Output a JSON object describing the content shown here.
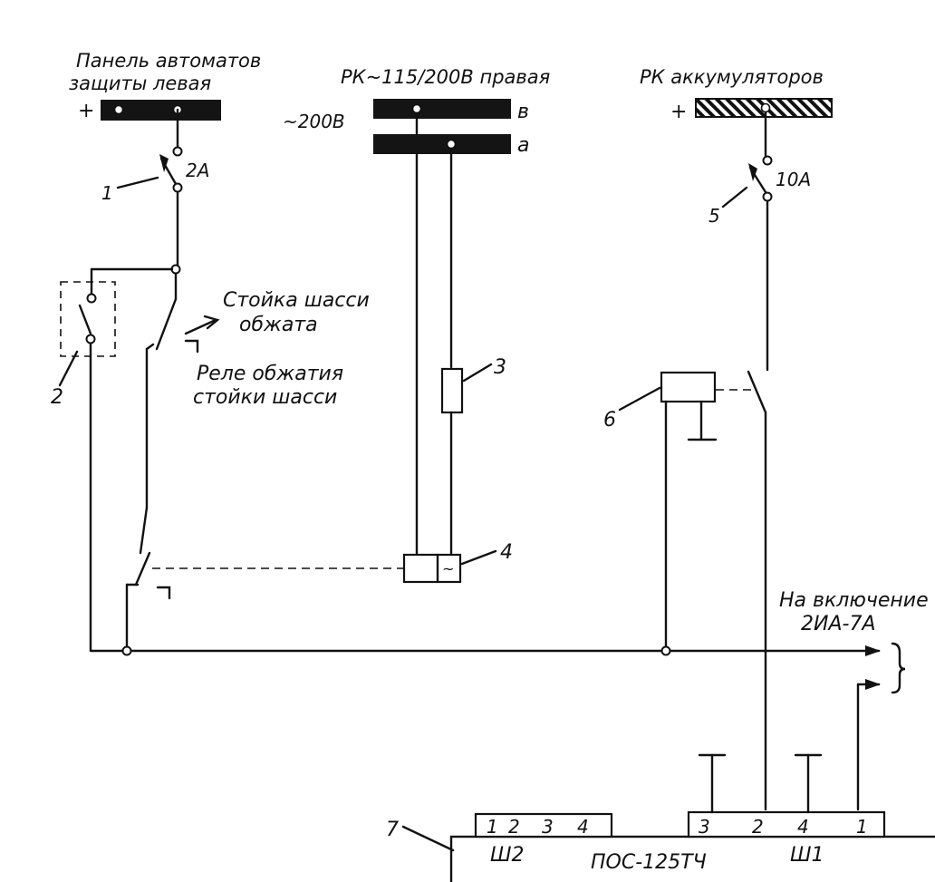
{
  "panel_left": {
    "title_line1": "Панель автоматов",
    "title_line2": "защиты левая",
    "polarity": "+"
  },
  "rk_right": {
    "title": "РК~115/200В правая",
    "voltage": "~200В",
    "bus_b": "в",
    "bus_a": "а"
  },
  "rk_battery": {
    "title": "РК аккумуляторов",
    "polarity": "+"
  },
  "breaker1": {
    "number": "1",
    "rating": "2А"
  },
  "breaker5": {
    "number": "5",
    "rating": "10А"
  },
  "switch2": {
    "number": "2"
  },
  "chassis_switch": {
    "label_line1": "Стойка шасси",
    "label_line2": "обжата"
  },
  "relay_chassis": {
    "label_line1": "Реле обжатия",
    "label_line2": "стойки шасси"
  },
  "resistor3": {
    "number": "3"
  },
  "relay4": {
    "number": "4",
    "symbol": "~"
  },
  "relay6": {
    "number": "6"
  },
  "output": {
    "label_line1": "На включение",
    "label_line2": "2ИА-7А"
  },
  "converter": {
    "number": "7",
    "name": "ПОС-125ТЧ",
    "connector_sh2": {
      "label": "Ш2",
      "pins": [
        "1",
        "2",
        "3",
        "4"
      ]
    },
    "connector_sh1": {
      "label": "Ш1",
      "pins": [
        "3",
        "2",
        "4",
        "1"
      ]
    }
  }
}
